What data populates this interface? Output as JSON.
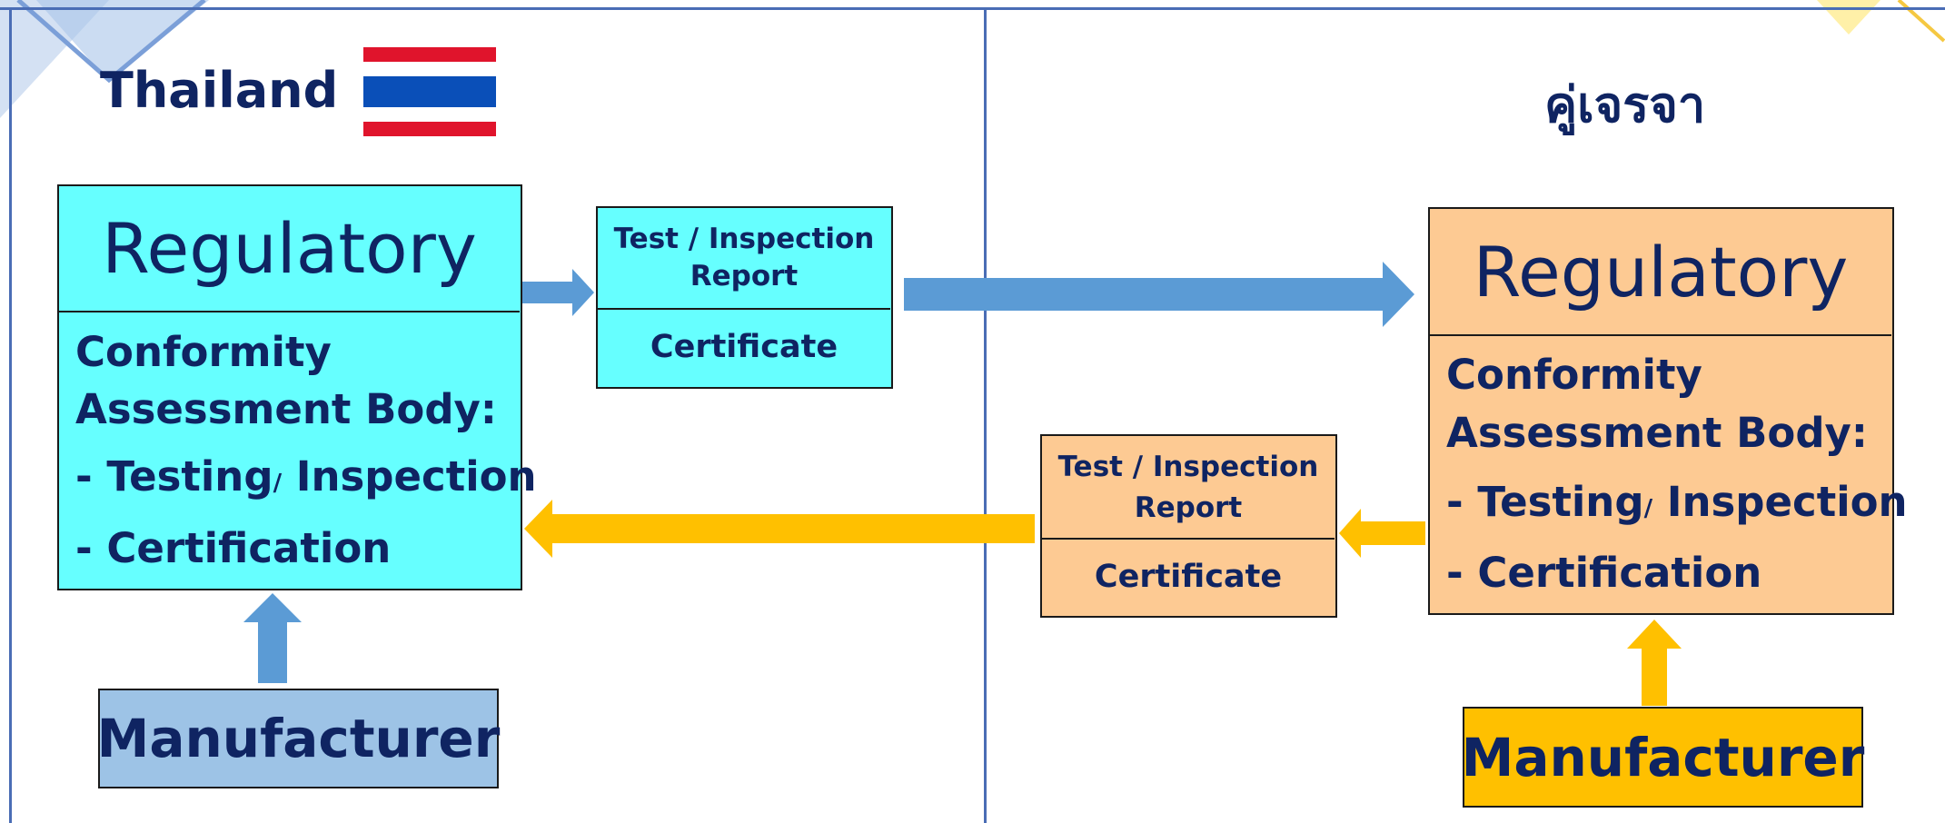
{
  "left": {
    "country": "Thailand",
    "flag_colors": [
      "#e0142c",
      "#ffffff",
      "#0a4fb8"
    ],
    "regulatory": "Regulatory",
    "cab_title_1": "Conformity",
    "cab_title_2": "Assessment Body:",
    "cab_item_1_a": "- Testing",
    "cab_item_1_sep": "/",
    "cab_item_1_b": " Inspection",
    "cab_item_2": "- Certification",
    "report_line_1": "Test / Inspection",
    "report_line_2": "Report",
    "certificate": "Certificate",
    "manufacturer": "Manufacturer",
    "box_color": "#66ffff",
    "manufacturer_color": "#9dc3e6",
    "arrow_color": "#5b9bd5"
  },
  "right": {
    "partner": "คู่เจรจา",
    "regulatory": "Regulatory",
    "cab_title_1": "Conformity",
    "cab_title_2": "Assessment Body:",
    "cab_item_1_a": "- Testing",
    "cab_item_1_sep": "/",
    "cab_item_1_b": " Inspection",
    "cab_item_2": "- Certification",
    "report_line_1": "Test / Inspection",
    "report_line_2": "Report",
    "certificate": "Certificate",
    "manufacturer": "Manufacturer",
    "box_color": "#fdca93",
    "manufacturer_color": "#ffc000",
    "arrow_color": "#ffc000"
  }
}
